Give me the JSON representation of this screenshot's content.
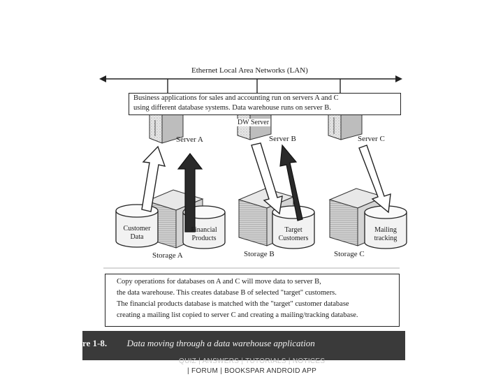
{
  "lan_label": "Ethernet Local Area Networks (LAN)",
  "top_note": {
    "line1": "Business applications for sales and accounting run on servers A and C",
    "line2": "using different database systems.  Data warehouse runs on server B."
  },
  "dw_server_label": "DW Server",
  "servers": [
    {
      "label": "Server A"
    },
    {
      "label": "Server B"
    },
    {
      "label": "Server C"
    }
  ],
  "databases": {
    "customer": {
      "line1": "Customer",
      "line2": "Data"
    },
    "financial": {
      "line1": "Financial",
      "line2": "Products"
    },
    "target": {
      "line1": "Target",
      "line2": "Customers"
    },
    "mailing": {
      "line1": "Mailing",
      "line2": "tracking"
    }
  },
  "storage": [
    {
      "label": "Storage A"
    },
    {
      "label": "Storage B"
    },
    {
      "label": "Storage C"
    }
  ],
  "bottom_note": {
    "line1": "Copy operations for databases on A and C will move data to server B,",
    "line2": "the data warehouse.  This creates database B of selected \"target\" customers.",
    "line3": "The financial products database is matched with the \"target\" customer database",
    "line4": "creating a mailing list copied to server C and creating a mailing/tracking database."
  },
  "caption": {
    "prefix": "re 1-8.",
    "text": "Data moving through a data warehouse application"
  },
  "footer": {
    "line1": "QUIZ | ANSWERS | TUTORIALS | NOTICES",
    "line2": "| FORUM | BOOKSPAR ANDROID APP"
  }
}
